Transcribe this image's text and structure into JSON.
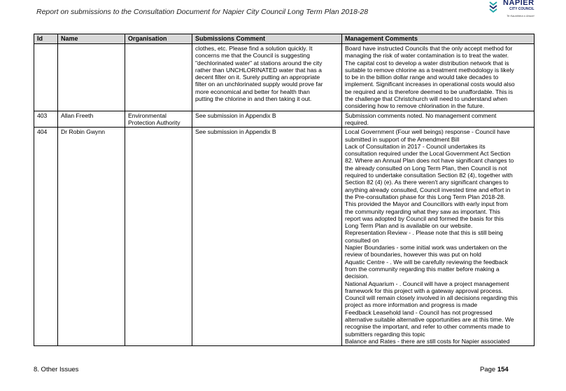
{
  "header": {
    "title": "Report on submissions to the Consultation Document for Napier City Council Long Term Plan 2018-28"
  },
  "logo": {
    "name": "NAPIER",
    "sub": "CITY COUNCIL",
    "tagline": "Te Kaunihera o Ahuriri",
    "colors": {
      "navy": "#1b2a6b",
      "teal": "#1fa5a8"
    }
  },
  "table": {
    "headers": [
      "Id",
      "Name",
      "Organisation",
      "Submissions Comment",
      "Management Comments"
    ],
    "rows": [
      {
        "id": "",
        "name": "",
        "organisation": "",
        "submission": "clothes, etc. Please find a solution quickly. It\nconcerns me that the Council is suggesting\n\"dechlorinated water\" at stations around the city\nrather than UNCHLORINATED water that has a\ndecent filter on it. Surely putting an appropriate\nfilter on an unchlorinated supply would prove far\nmore economical and better for health than\nputting the chlorine in and then taking it out.",
        "management": "Board have instructed Councils that the only accept method for\nmanaging the risk of water contamination is to treat the water.\nThe capital cost to develop a water distribution network that is\nsuitable to remove chlorine as a treatment methodology is likely\nto be in the billion dollar range and would take decades to\nimplement. Significant increases in operational costs would also\nbe required and is therefore deemed to be unaffordable. This is\nthe challenge that Christchurch will need to understand when\nconsidering how to remove chlorination in the future."
      },
      {
        "id": "403",
        "name": "Allan Freeth",
        "organisation": "Environmental\nProtection Authority",
        "submission": "See submission in Appendix B",
        "management": "Submission comments noted. No management comment\nrequired."
      },
      {
        "id": "404",
        "name": "Dr Robin Gwynn",
        "organisation": "",
        "submission": "See submission in Appendix B",
        "management": "Local Government (Four well beings) response - Council have\nsubmitted in support of the Amendment Bill\nLack of Consultation in 2017 - Council undertakes its\nconsultation required under the Local Government Act Section\n82. Where an Annual Plan does not have significant changes to\nthe already consulted on Long Term Plan, then Council is not\nrequired to undertake consultation Section 82 (4), together with\nSection 82 (4) (e). As there weren't any significant changes to\nanything already consulted, Council invested time and effort in\nthe Pre-consultation phase for this Long Term Plan 2018-28.\nThis provided the Mayor and Councillors with early input from\nthe community regarding what they saw as important. This\nreport was adopted by Council and formed the basis for this\nLong Term Plan and is available on our website.\nRepresentation Review - . Please note that this is still being\nconsulted on\nNapier Boundaries - some initial work was undertaken on the\nreview of boundaries, however this was put on hold\n Aquatic Centre - . We will be carefully reviewing the feedback\nfrom the community regarding this matter before making a\ndecision.\nNational Aquarium - . Council will have a project management\nframework for this project with a gateway approval process.\nCouncil will remain closely involved in all decisions regarding this\nproject as more information and progress is made\nFeedback Leasehold land - Council has not progressed\nalternative suitable alternative opportunities are at this time. We\nrecognise the important, and refer to other comments made to\nsubmitters regarding this topic\nBalance and Rates - there are still costs for Napier associated"
      }
    ]
  },
  "footer": {
    "section": "8. Other Issues",
    "page_label": "Page",
    "page_number": "154"
  }
}
